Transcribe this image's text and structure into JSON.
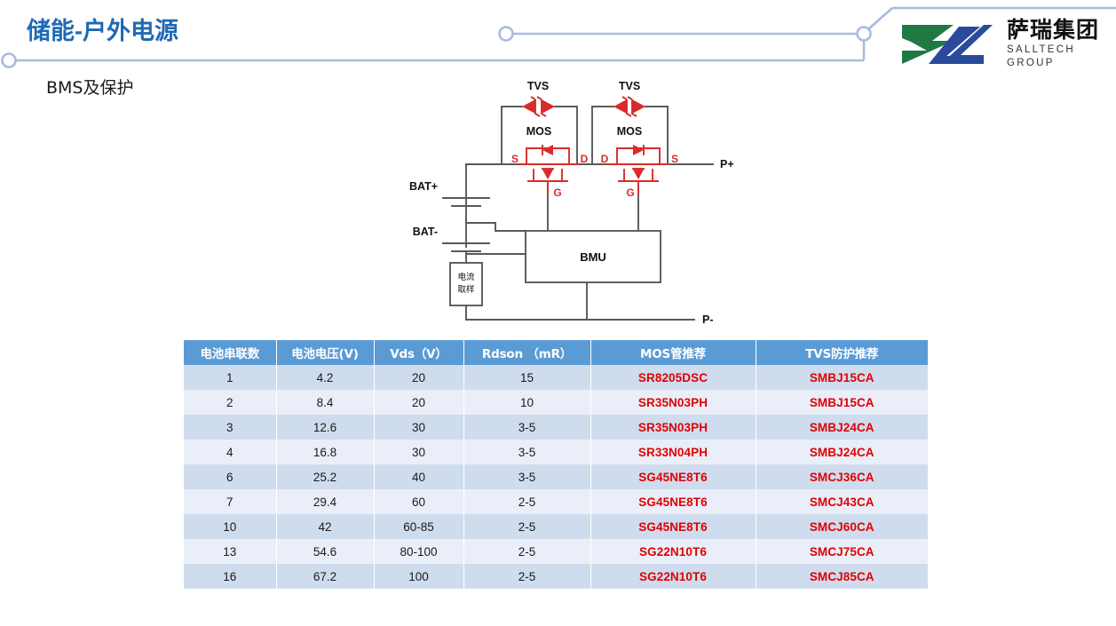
{
  "header": {
    "title": "储能-户外电源",
    "subtitle": "BMS及保护",
    "accent_color": "#1f6ab4",
    "deco_line_color": "#a8bcdc"
  },
  "logo": {
    "name_cn": "萨瑞集团",
    "name_en": "SALLTECH GROUP",
    "green": "#1f7a42",
    "blue": "#2a4a9c"
  },
  "diagram": {
    "labels": {
      "tvs_left": "TVS",
      "tvs_right": "TVS",
      "mos_left": "MOS",
      "mos_right": "MOS",
      "left_s": "S",
      "left_d": "D",
      "left_g": "G",
      "right_d": "D",
      "right_s": "S",
      "right_g": "G",
      "bat_plus": "BAT+",
      "bat_minus": "BAT-",
      "p_plus": "P+",
      "p_minus": "P-",
      "bmu": "BMU",
      "shunt_line1": "电流",
      "shunt_line2": "取样"
    },
    "wire_color": "#595959",
    "device_color": "#d92b2b"
  },
  "table": {
    "header_color": "#5b9bd5",
    "part_color": "#e00000",
    "columns": [
      "电池串联数",
      "电池电压(V)",
      "Vds（V）",
      "Rdson （mR）",
      "MOS管推荐",
      "TVS防护推荐"
    ],
    "rows": [
      [
        "1",
        "4.2",
        "20",
        "15",
        "SR8205DSC",
        "SMBJ15CA"
      ],
      [
        "2",
        "8.4",
        "20",
        "10",
        "SR35N03PH",
        "SMBJ15CA"
      ],
      [
        "3",
        "12.6",
        "30",
        "3-5",
        "SR35N03PH",
        "SMBJ24CA"
      ],
      [
        "4",
        "16.8",
        "30",
        "3-5",
        "SR33N04PH",
        "SMBJ24CA"
      ],
      [
        "6",
        "25.2",
        "40",
        "3-5",
        "SG45NE8T6",
        "SMCJ36CA"
      ],
      [
        "7",
        "29.4",
        "60",
        "2-5",
        "SG45NE8T6",
        "SMCJ43CA"
      ],
      [
        "10",
        "42",
        "60-85",
        "2-5",
        "SG45NE8T6",
        "SMCJ60CA"
      ],
      [
        "13",
        "54.6",
        "80-100",
        "2-5",
        "SG22N10T6",
        "SMCJ75CA"
      ],
      [
        "16",
        "67.2",
        "100",
        "2-5",
        "SG22N10T6",
        "SMCJ85CA"
      ]
    ]
  }
}
